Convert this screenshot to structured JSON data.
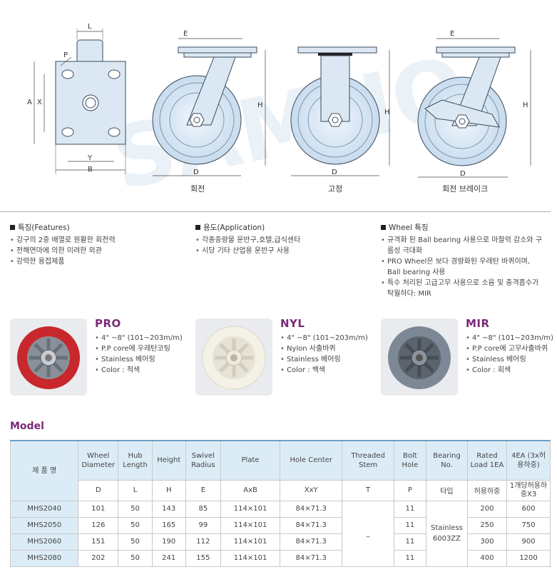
{
  "drawings": {
    "labels": {
      "L": "L",
      "A": "A",
      "X": "X",
      "Y": "Y",
      "B": "B",
      "P": "P",
      "E": "E",
      "H": "H",
      "D": "D"
    },
    "captions": [
      "회전",
      "고정",
      "회전 브레이크"
    ]
  },
  "features": {
    "title": "특징(Features)",
    "items": [
      "강구의 2중 배열로 원활한 회전력",
      "전해연마에 의한 미려한 외관",
      "강력한 용접제품"
    ]
  },
  "application": {
    "title": "용도(Application)",
    "items": [
      "각종중량물 운반구,호텔,급식센타",
      "시당 기타 산업용 운반구 사용"
    ]
  },
  "wheel_features": {
    "title": "Wheel 특징",
    "items": [
      "규격화 된 Ball bearing 사용으로 마찰력 감소와 구름성 극대화",
      "PRO Wheel은 보다 경량화된 우레탄 바퀴이며, Ball bearing 사용",
      "특수 처리된 고급고무 사용으로 소음 및 충격흡수가 탁월하다: MIR"
    ]
  },
  "wheels": [
    {
      "name": "PRO",
      "specs": [
        "4\" ~8\" (101~203m/m)",
        "P.P core에 우레탄코팅",
        "Stainless 베어링",
        "Color : 적색"
      ],
      "tire_color": "#c8272d",
      "rim_color": "#8a9099"
    },
    {
      "name": "NYL",
      "specs": [
        "4\" ~8\" (101~203m/m)",
        "Nylon 사출바퀴",
        "Stainless 베어링",
        "Color : 백색"
      ],
      "tire_color": "#f4f1e6",
      "rim_color": "#e6e2d6"
    },
    {
      "name": "MIR",
      "specs": [
        "4\" ~8\" (101~203m/m)",
        "P.P core에 고무사출바퀴",
        "Stainless 베어링",
        "Color : 회색"
      ],
      "tire_color": "#7d8896",
      "rim_color": "#5b636d"
    }
  ],
  "model": {
    "title": "Model",
    "headers": [
      "제 품 명",
      "Wheel Diameter",
      "Hub Length",
      "Height",
      "Swivel Radius",
      "Plate",
      "Hole Center",
      "Threaded Stem",
      "Bolt Hole",
      "Bearing No.",
      "Rated Load 1EA",
      "4EA (3x허용하중)"
    ],
    "subheaders": [
      "D",
      "L",
      "H",
      "E",
      "AxB",
      "XxY",
      "T",
      "P",
      "타입",
      "허용하중",
      "1개당허용하중X3"
    ],
    "rows": [
      [
        "MHS2040",
        "101",
        "50",
        "143",
        "85",
        "114×101",
        "84×71.3",
        "11",
        "200",
        "600"
      ],
      [
        "MHS2050",
        "126",
        "50",
        "165",
        "99",
        "114×101",
        "84×71.3",
        "11",
        "250",
        "750"
      ],
      [
        "MHS2060",
        "151",
        "50",
        "190",
        "112",
        "114×101",
        "84×71.3",
        "11",
        "300",
        "900"
      ],
      [
        "MHS2080",
        "202",
        "50",
        "241",
        "155",
        "114×101",
        "84×71.3",
        "11",
        "400",
        "1200"
      ]
    ],
    "threaded_stem": "_",
    "bearing": "Stainless 6003ZZ"
  },
  "colors": {
    "accent": "#7a2a78",
    "header_fill": "#dcecf7",
    "drawing_fill": "#dbe8f4",
    "drawing_stroke": "#3b4a5a"
  }
}
